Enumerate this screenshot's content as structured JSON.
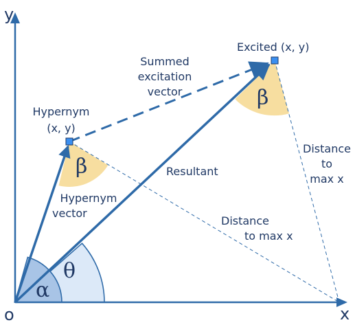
{
  "axes": {
    "y_label": "y",
    "x_label": "x",
    "origin_label": "o"
  },
  "points": {
    "hypernym": {
      "label_line1": "Hypernym",
      "label_line2": "(x, y)"
    },
    "excited": {
      "label": "Excited (x, y)"
    }
  },
  "vectors": {
    "summed": {
      "line1": "Summed",
      "line2": "excitation",
      "line3": "vector"
    },
    "resultant": "Resultant",
    "hypernym_vector": {
      "line1": "Hypernym",
      "line2": "vector"
    }
  },
  "distances": {
    "excited_to_max": {
      "line1": "Distance",
      "line2": "to",
      "line3": "max x"
    },
    "hypernym_to_max": {
      "line1": "Distance",
      "line2": "to max x"
    }
  },
  "angles": {
    "alpha": "α",
    "theta": "θ",
    "beta_hypernym": "β",
    "beta_excited": "β"
  },
  "colors": {
    "dark_blue": "#2e6aa8",
    "marker_fill": "#3b8ff0",
    "theta_fill": "#dce9f8",
    "alpha_fill": "#a8c4e6",
    "beta_fill": "#f7dea0",
    "text": "#1f3864"
  }
}
